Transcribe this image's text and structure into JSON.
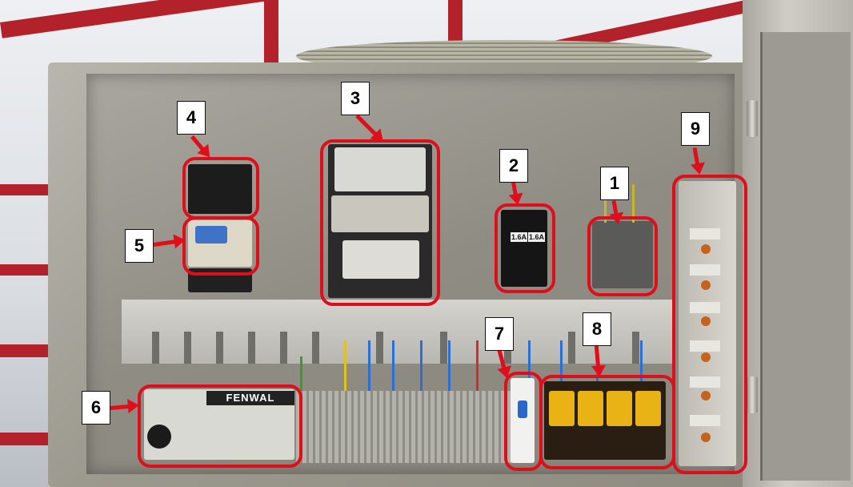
{
  "components": [
    {
      "id": "1",
      "name": "contactor-block"
    },
    {
      "id": "2",
      "name": "fuse-holder"
    },
    {
      "id": "3",
      "name": "transformer"
    },
    {
      "id": "4",
      "name": "relay"
    },
    {
      "id": "5",
      "name": "overload-relay"
    },
    {
      "id": "6",
      "name": "ignition-module"
    },
    {
      "id": "7",
      "name": "circuit-breaker"
    },
    {
      "id": "8",
      "name": "relay-bank"
    },
    {
      "id": "9",
      "name": "indicator-panel"
    }
  ],
  "fuse_labels": [
    "1.6A",
    "1.6A"
  ],
  "module_brand": "FENWAL",
  "colors": {
    "highlight": "#e00e1a",
    "truss": "#b3222a"
  }
}
